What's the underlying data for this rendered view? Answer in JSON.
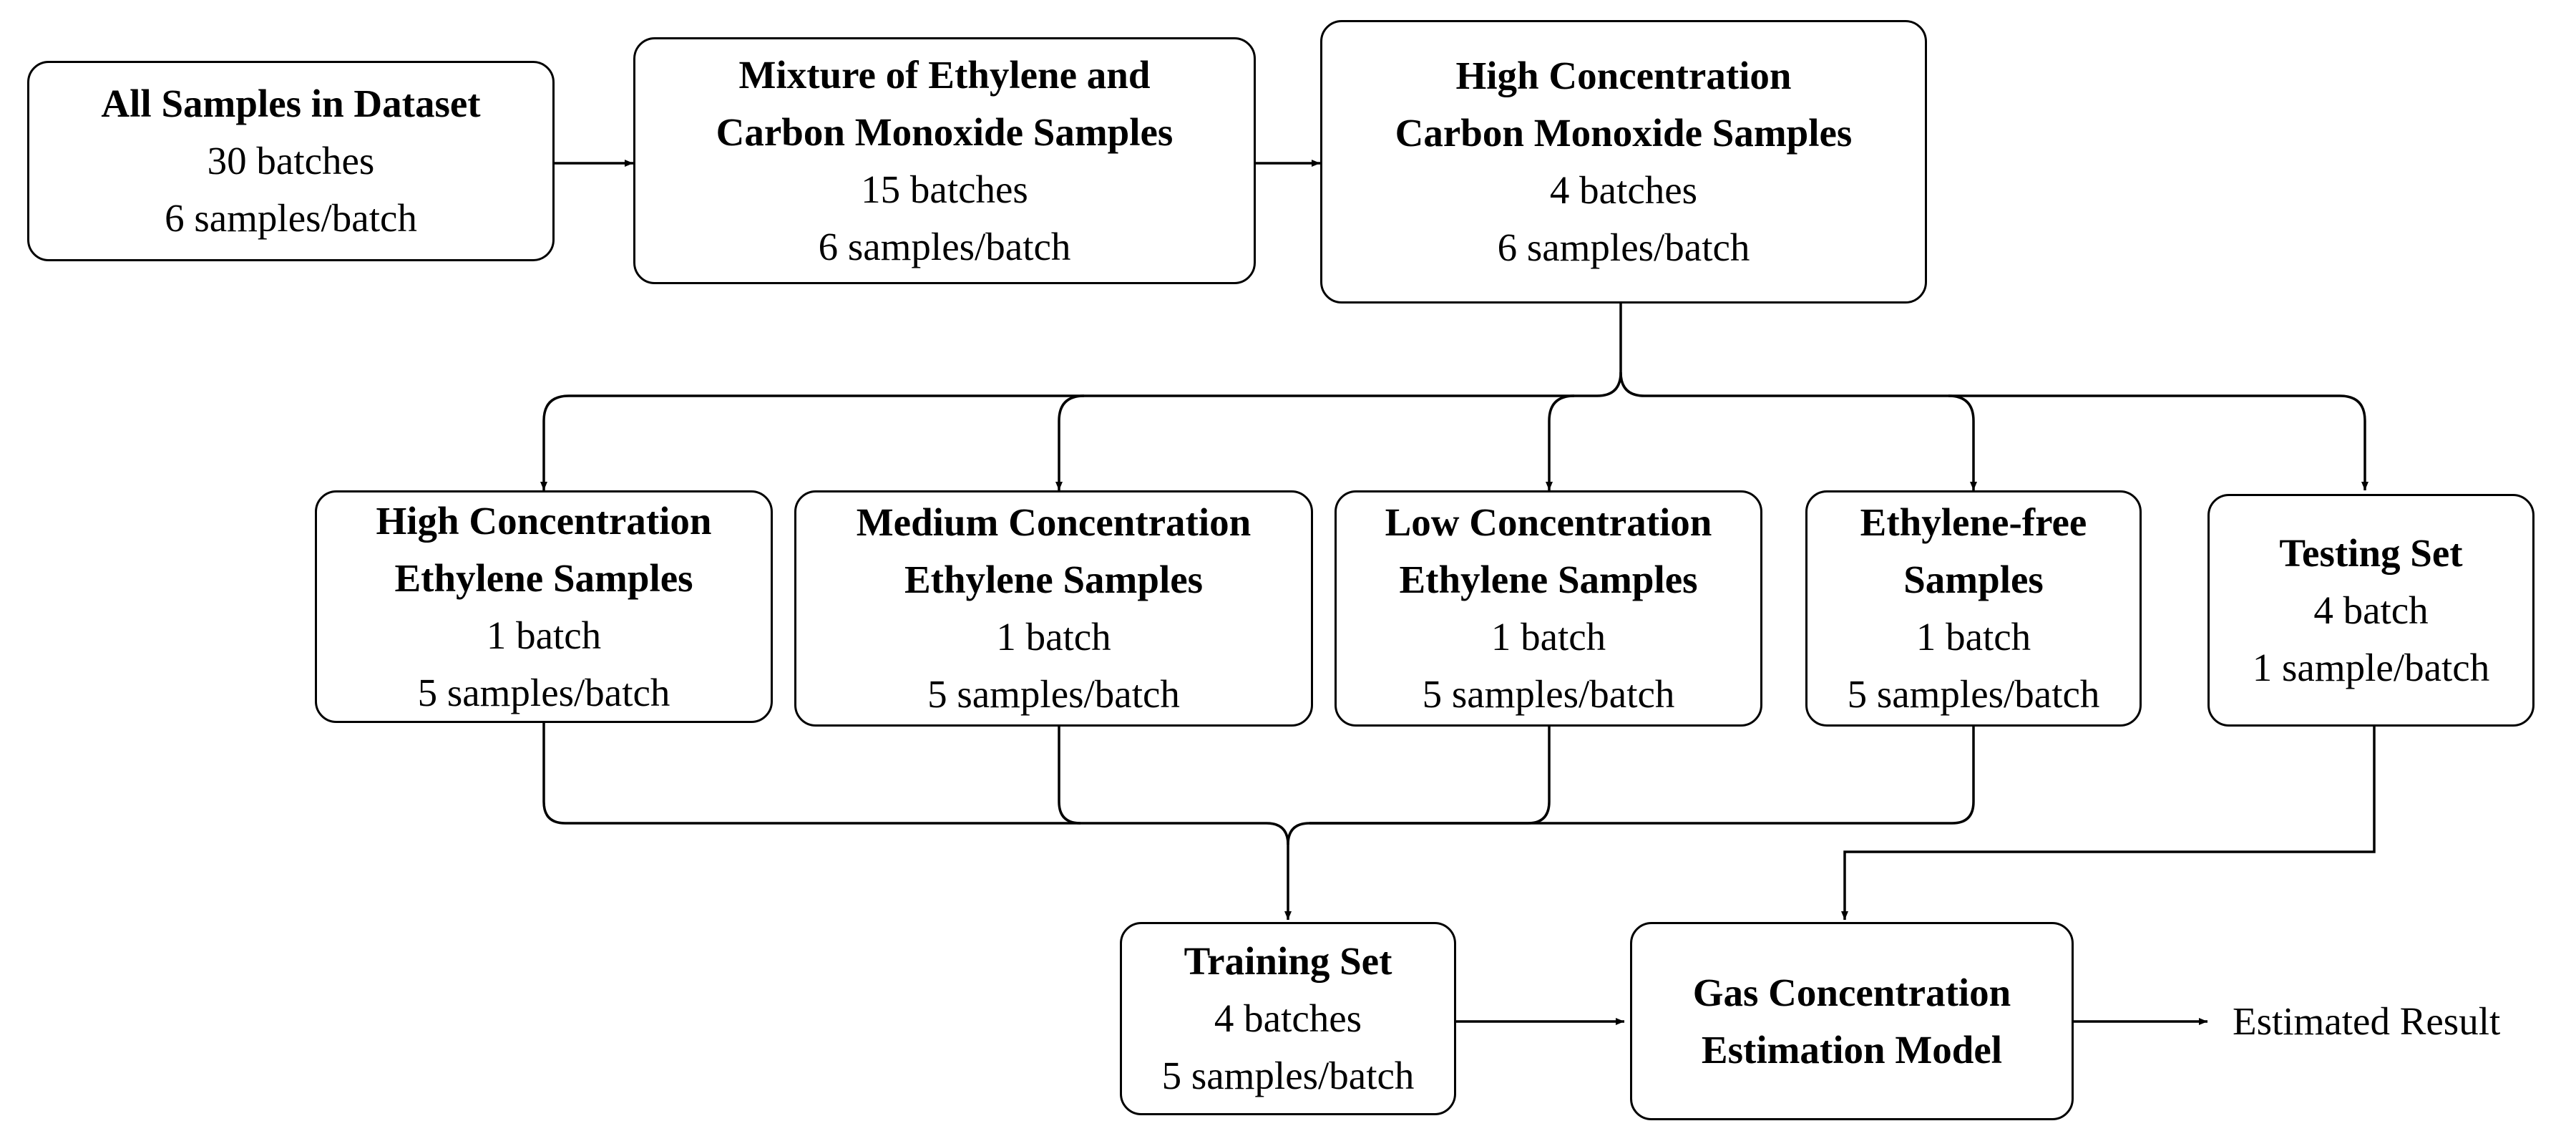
{
  "nodes": {
    "all_samples": {
      "title": [
        "All Samples in Dataset"
      ],
      "lines": [
        "30 batches",
        "6 samples/batch"
      ]
    },
    "mixture": {
      "title": [
        "Mixture of Ethylene and",
        "Carbon Monoxide Samples"
      ],
      "lines": [
        "15 batches",
        "6 samples/batch"
      ]
    },
    "high_co": {
      "title": [
        "High Concentration",
        "Carbon Monoxide Samples"
      ],
      "lines": [
        "4 batches",
        "6 samples/batch"
      ]
    },
    "high_eth": {
      "title": [
        "High Concentration",
        "Ethylene Samples"
      ],
      "lines": [
        "1 batch",
        "5 samples/batch"
      ]
    },
    "medium_eth": {
      "title": [
        "Medium Concentration",
        "Ethylene Samples"
      ],
      "lines": [
        "1 batch",
        "5 samples/batch"
      ]
    },
    "low_eth": {
      "title": [
        "Low Concentration",
        "Ethylene Samples"
      ],
      "lines": [
        "1 batch",
        "5 samples/batch"
      ]
    },
    "eth_free": {
      "title": [
        "Ethylene-free",
        "Samples"
      ],
      "lines": [
        "1 batch",
        "5 samples/batch"
      ]
    },
    "testing": {
      "title": [
        "Testing Set"
      ],
      "lines": [
        "4 batch",
        "1 sample/batch"
      ]
    },
    "training": {
      "title": [
        "Training Set"
      ],
      "lines": [
        "4 batches",
        "5 samples/batch"
      ]
    },
    "model": {
      "title": [
        "Gas Concentration",
        "Estimation Model"
      ],
      "lines": []
    }
  },
  "output_label": "Estimated Result"
}
